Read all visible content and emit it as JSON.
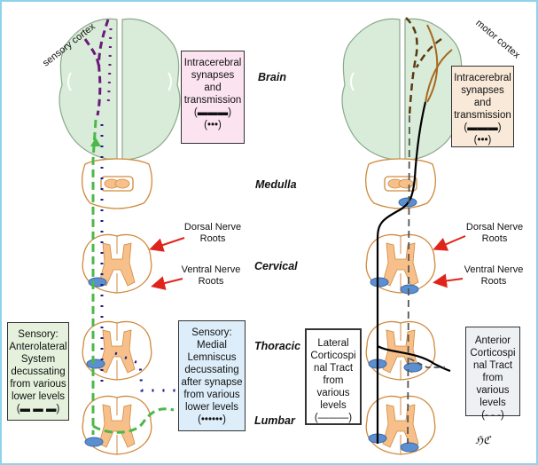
{
  "colors": {
    "frame": "#8fd3ea",
    "brain_fill": "#d9ecd9",
    "brain_stroke": "#8aa88a",
    "cord_outline": "#d08a3c",
    "grey_matter": "#f7c08a",
    "root_blue": "#5b8fd0",
    "medial_lemniscus": "#1a1a8a",
    "anterolateral": "#4cb848",
    "intracerebral": "#6a1a7a",
    "motor_brown": "#a8691f",
    "lateral_tract": "#000000",
    "anterior_tract": "#555555",
    "arrow": "#e0241b"
  },
  "labels": {
    "sensory_cortex": "sensory cortex",
    "motor_cortex": "motor cortex",
    "levels": [
      "Brain",
      "Medulla",
      "Cervical",
      "Thoracic",
      "Lumbar"
    ],
    "dorsal_roots": [
      "Dorsal Nerve",
      "Roots"
    ],
    "ventral_roots": [
      "Ventral Nerve",
      "Roots"
    ],
    "signature": "ℌℭ"
  },
  "boxes": {
    "intracerebral_left": {
      "lines": [
        "Intracerebral",
        "synapses",
        "and",
        "transmission",
        "(▬▬▬)",
        "(•••)"
      ],
      "bg": "#fbe3f0"
    },
    "intracerebral_right": {
      "lines": [
        "Intracerebral",
        "synapses and",
        "transmission",
        "(▬▬▬)",
        "(•••)"
      ],
      "bg": "#f8e9d8"
    },
    "anterolateral": {
      "lines": [
        "Sensory:",
        "Anterolateral",
        "System",
        "decussating",
        "from various",
        "lower levels",
        "(▬ ▬ ▬)"
      ],
      "bg": "#e5f1dc"
    },
    "medial_lemniscus": {
      "lines": [
        "Sensory:",
        "Medial",
        "Lemniscus",
        "decussating",
        "after synapse",
        "from various",
        "lower levels",
        "(••••••)"
      ],
      "bg": "#ddeefa"
    },
    "lateral_corticospinal": {
      "lines": [
        "Lateral",
        "Corticospi",
        "nal Tract",
        "from",
        "various",
        "levels",
        "(———)"
      ],
      "bg": "#ffffff"
    },
    "anterior_corticospinal": {
      "lines": [
        "Anterior",
        "Corticospi",
        "nal Tract",
        "from",
        "various",
        "levels",
        "(- - -)"
      ],
      "bg": "#eef1f3"
    }
  }
}
